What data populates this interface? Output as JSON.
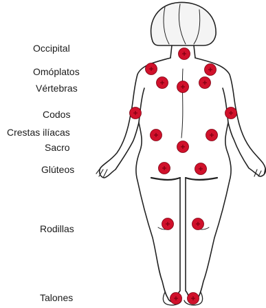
{
  "labels": {
    "occipital": "Occipital",
    "omoplatos": "Omóplatos",
    "vertebras": "Vértebras",
    "codos": "Codos",
    "crestas": "Crestas ilíacas",
    "sacro": "Sacro",
    "gluteos": "Glúteos",
    "rodillas": "Rodillas",
    "talones": "Talones"
  },
  "colors": {
    "marker": "#d0112b",
    "marker_dark": "#7a0010",
    "outline": "#222222",
    "hair": "#f4f4f4"
  }
}
